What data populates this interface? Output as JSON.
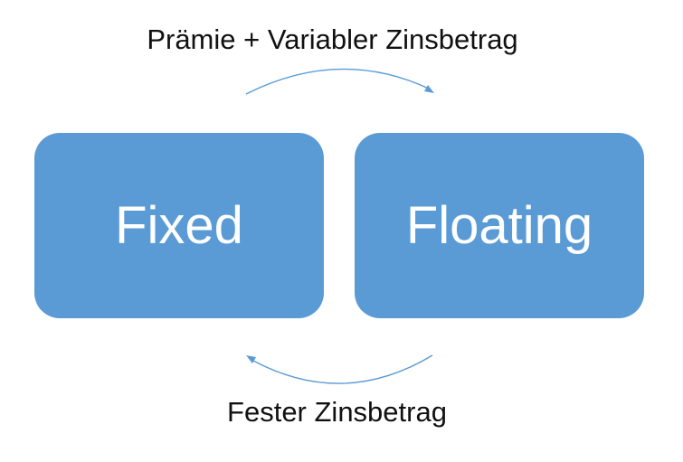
{
  "top_label": "Prämie + Variabler Zinsbetrag",
  "bottom_label": "Fester Zinsbetrag",
  "boxes": {
    "fixed": "Fixed",
    "floating": "Floating"
  },
  "colors": {
    "box_fill": "#5b9bd5",
    "box_text": "#ffffff",
    "arrow": "#5b9bd5",
    "label_text": "#111111"
  },
  "icons": {
    "top_arrow": "curved-arrow-right-icon",
    "bottom_arrow": "curved-arrow-left-icon"
  }
}
